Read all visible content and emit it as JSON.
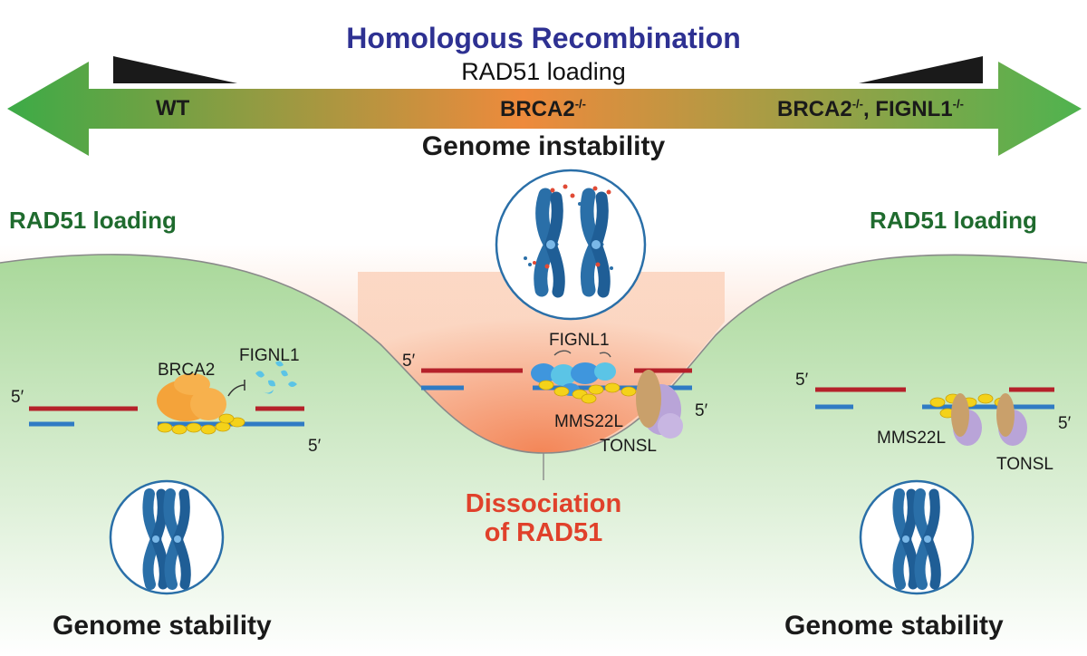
{
  "title": "Homologous Recombination",
  "top_loading_label": "RAD51 loading",
  "gradient_bar": {
    "left_label": "WT",
    "mid_label": "BRCA2",
    "mid_sup": "-/-",
    "right_label_a": "BRCA2",
    "right_sup_a": "-/-",
    "right_sep": ", FIGNL1",
    "right_sup_b": "-/-",
    "colors": {
      "green": "#3cab47",
      "orange": "#ee8a3c"
    }
  },
  "center_heading": "Genome instability",
  "left_panel": {
    "heading": "RAD51 loading",
    "five_prime_top": "5′",
    "five_prime_bottom": "5′",
    "brca2": "BRCA2",
    "fignl1": "FIGNL1",
    "footer": "Genome stability"
  },
  "center_panel": {
    "five_prime_left": "5′",
    "five_prime_right": "5′",
    "fignl1": "FIGNL1",
    "mms22l": "MMS22L",
    "tonsl": "TONSL",
    "dissociation_line1": "Dissociation",
    "dissociation_line2": "of RAD51"
  },
  "right_panel": {
    "heading": "RAD51 loading",
    "five_prime_top": "5′",
    "five_prime_bottom": "5′",
    "mms22l": "MMS22L",
    "tonsl": "TONSL",
    "footer": "Genome stability"
  },
  "colors": {
    "title": "#2e3192",
    "heading_green": "#1f6b2e",
    "dissociation_red": "#e0412b",
    "dna_red": "#b5212a",
    "dna_blue": "#2f7bc4",
    "chromosome_blue": "#2a6fa8",
    "rad51_yellow": "#f4d21a",
    "brca2_orange": "#f4a33a"
  }
}
